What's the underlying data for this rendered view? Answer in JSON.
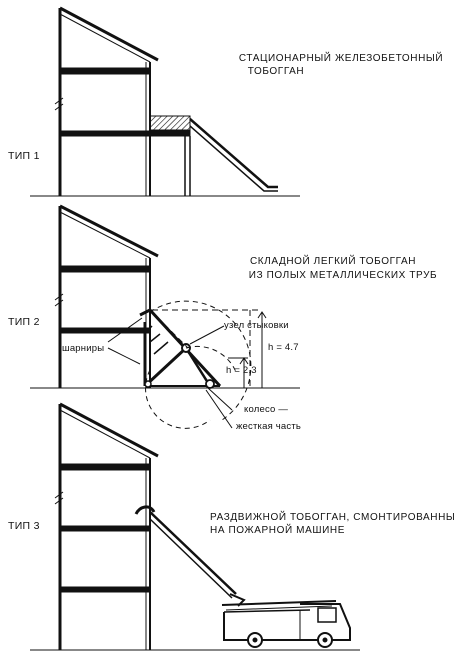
{
  "panels": [
    {
      "type_label": "ТИП 1",
      "caption_line1": "СТАЦИОНАРНЫЙ ЖЕЛЕЗОБЕТОННЫЙ",
      "caption_line2": "ТОБОГГАН"
    },
    {
      "type_label": "ТИП 2",
      "caption_line1": "СКЛАДНОЙ ЛЕГКИЙ ТОБОГГАН",
      "caption_line2": "ИЗ ПОЛЫХ МЕТАЛЛИЧЕСКИХ ТРУБ",
      "callouts": {
        "hinges": "шарниры",
        "joint": "узел стыковки",
        "h_total": "h = 4.7",
        "h_part": "h = 2.3",
        "wheel": "колесо —",
        "rigid": "жесткая часть"
      }
    },
    {
      "type_label": "ТИП 3",
      "caption_line1": "РАЗДВИЖНОЙ ТОБОГГАН, СМОНТИРОВАННЫЙ",
      "caption_line2": "НА ПОЖАРНОЙ МАШИНЕ"
    }
  ]
}
